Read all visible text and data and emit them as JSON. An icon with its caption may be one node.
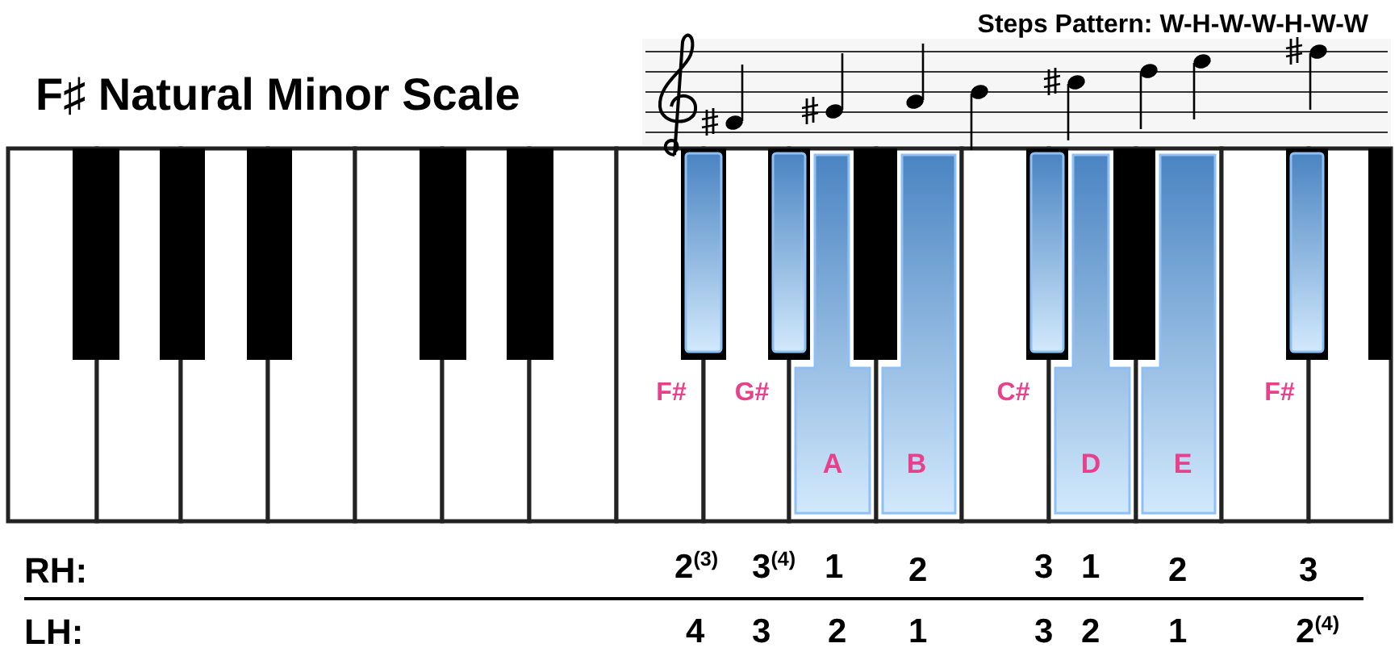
{
  "diagram": {
    "title": "F♯ Natural Minor Scale",
    "labels": [
      "Steps Pattern: W-H-W-W-H-W-W",
      "F#",
      "G#",
      "C#",
      "F#",
      "A",
      "B",
      "D",
      "E",
      "RH:",
      "2$^{(3)}$",
      "3$^{(4)}$",
      "1",
      "2",
      "3",
      "1",
      "2",
      "3",
      "LH:",
      "4",
      "3",
      "2",
      "1",
      "3",
      "2",
      "1",
      "2$^{(4)}$"
    ]
  }
}
